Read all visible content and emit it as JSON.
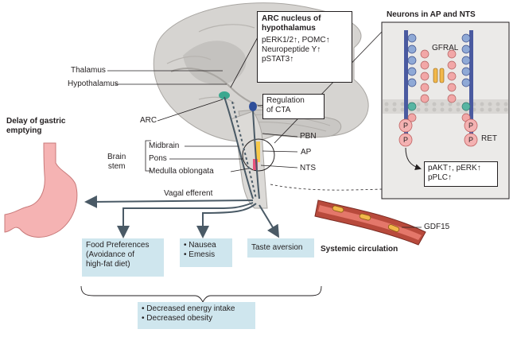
{
  "labels": {
    "thalamus": "Thalamus",
    "hypothalamus": "Hypothalamus",
    "arc": "ARC",
    "brain_stem": [
      "Brain",
      "stem"
    ],
    "midbrain": "Midbrain",
    "pons": "Pons",
    "medulla": "Medulla oblongata",
    "pbn": "PBN",
    "ap": "AP",
    "nts": "NTS",
    "vagal_efferent": "Vagal efferent",
    "gdf15": "GDF15",
    "systemic_circulation": "Systemic circulation",
    "delay_gastric": [
      "Delay of gastric",
      "emptying"
    ],
    "regulation_cta": [
      "Regulation",
      "of CTA"
    ]
  },
  "arc_box": {
    "title": [
      "ARC nucleus of",
      "hypothalamus"
    ],
    "lines": [
      "pERK1/2↑, POMC↑",
      "Neuropeptide Y↑",
      "pSTAT3↑"
    ]
  },
  "neurons_panel": {
    "title": "Neurons in AP and NTS",
    "gfral": "GFRAL",
    "ret": "RET",
    "p": "P",
    "signals": [
      "pAKT↑, pERK↑",
      "pPLC↑"
    ]
  },
  "outcomes": {
    "food": [
      "Food Preferences",
      "(Avoidance of",
      "high-fat diet)"
    ],
    "nausea": [
      "• Nausea",
      "• Emesis"
    ],
    "taste": "Taste aversion",
    "summary": [
      "• Decreased energy intake",
      "• Decreased obesity"
    ]
  },
  "colors": {
    "brain": "#d4d2cf",
    "box_fill": "#cfe6ee",
    "stomach": "#f5b3b3",
    "vessel": "#c0504d",
    "blue_bead": "#8fa9d6",
    "pink_bead": "#f2a7a7",
    "teal_bead": "#57b5a3",
    "p_circle": "#f4b2b2"
  }
}
